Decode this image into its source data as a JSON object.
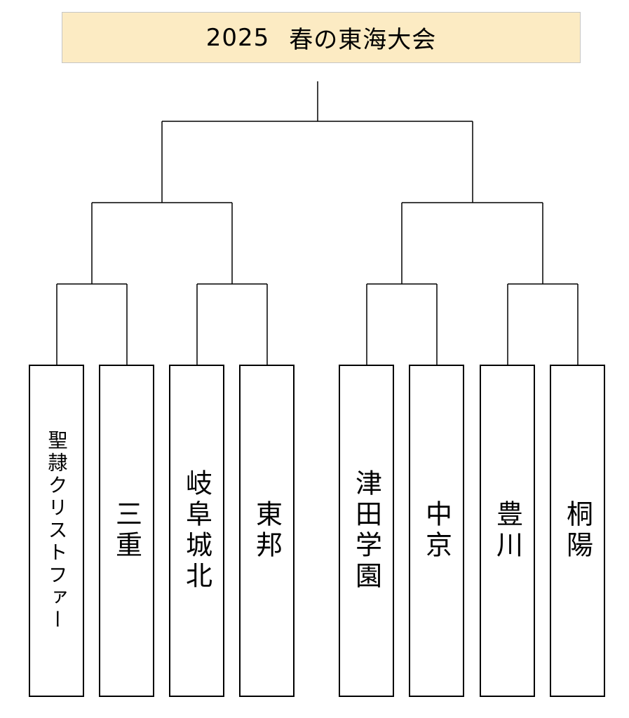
{
  "title": {
    "year": "2025",
    "name": "春の東海大会"
  },
  "teams": [
    "聖隷クリストファー",
    "三重",
    "岐阜城北",
    "東邦",
    "津田学園",
    "中京",
    "豊川",
    "桐陽"
  ]
}
